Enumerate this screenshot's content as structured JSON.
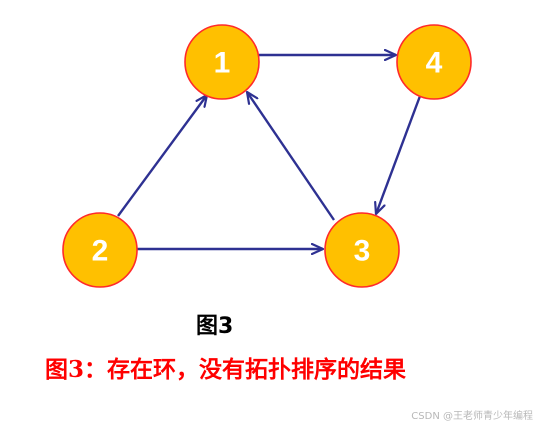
{
  "diagram": {
    "type": "directed-graph",
    "nodes": [
      {
        "id": "1",
        "label": "1"
      },
      {
        "id": "2",
        "label": "2"
      },
      {
        "id": "3",
        "label": "3"
      },
      {
        "id": "4",
        "label": "4"
      }
    ],
    "edges": [
      {
        "from": "1",
        "to": "4"
      },
      {
        "from": "4",
        "to": "3"
      },
      {
        "from": "3",
        "to": "1"
      },
      {
        "from": "2",
        "to": "1"
      },
      {
        "from": "2",
        "to": "3"
      }
    ]
  },
  "figure_label": "图3",
  "caption": "图3：存在环，没有拓扑排序的结果",
  "watermark": "CSDN @王老师青少年编程",
  "colors": {
    "node_fill": "#FFC000",
    "node_stroke": "#FF2A2A",
    "edge": "#2E3192",
    "node_text": "#FFFFFF",
    "caption": "#FF0000",
    "figure_label": "#000000"
  }
}
